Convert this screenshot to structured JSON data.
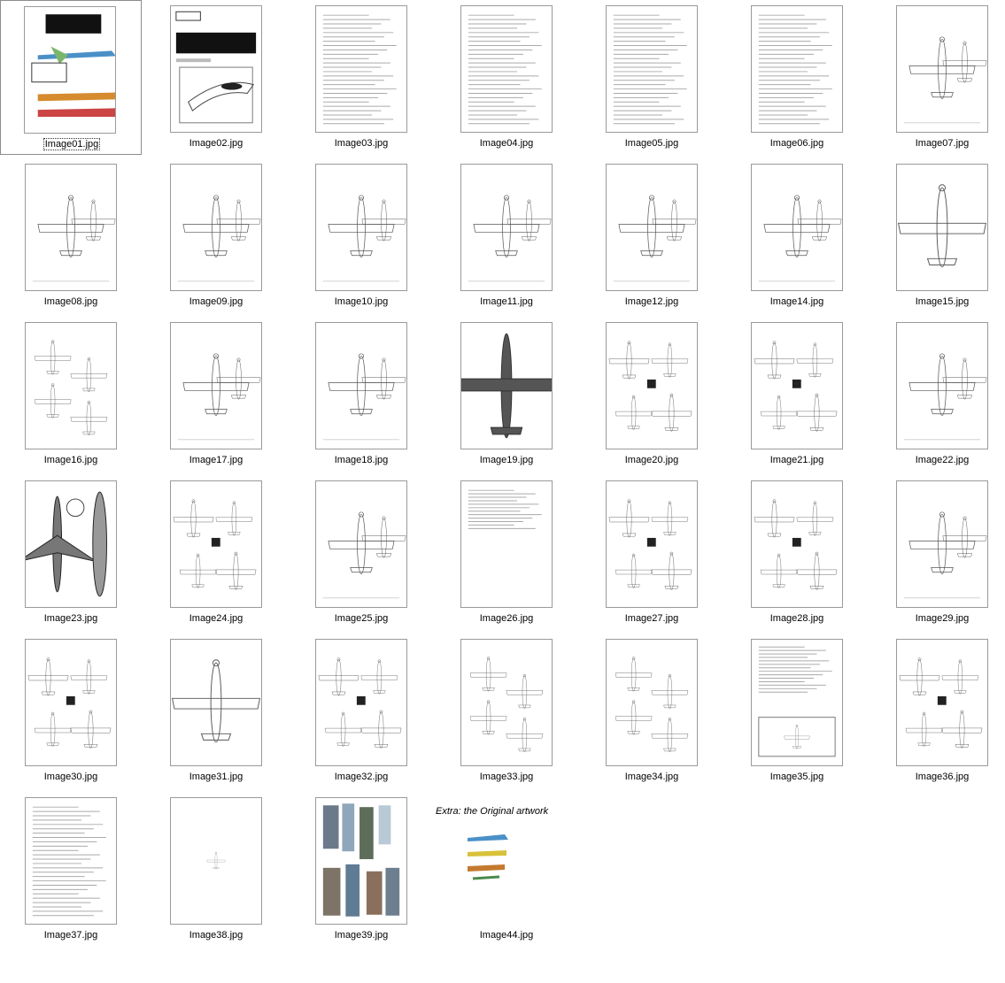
{
  "files": [
    {
      "label": "Image01.jpg",
      "kind": "cover",
      "selected": true
    },
    {
      "label": "Image02.jpg",
      "kind": "title"
    },
    {
      "label": "Image03.jpg",
      "kind": "text-short"
    },
    {
      "label": "Image04.jpg",
      "kind": "text"
    },
    {
      "label": "Image05.jpg",
      "kind": "text"
    },
    {
      "label": "Image06.jpg",
      "kind": "text"
    },
    {
      "label": "Image07.jpg",
      "kind": "plan"
    },
    {
      "label": "Image08.jpg",
      "kind": "plan"
    },
    {
      "label": "Image09.jpg",
      "kind": "plan"
    },
    {
      "label": "Image10.jpg",
      "kind": "plan"
    },
    {
      "label": "Image11.jpg",
      "kind": "plan"
    },
    {
      "label": "Image12.jpg",
      "kind": "plan"
    },
    {
      "label": "Image14.jpg",
      "kind": "plan"
    },
    {
      "label": "Image15.jpg",
      "kind": "plan-wide"
    },
    {
      "label": "Image16.jpg",
      "kind": "sides"
    },
    {
      "label": "Image17.jpg",
      "kind": "plan"
    },
    {
      "label": "Image18.jpg",
      "kind": "plan"
    },
    {
      "label": "Image19.jpg",
      "kind": "dark-plan"
    },
    {
      "label": "Image20.jpg",
      "kind": "busy"
    },
    {
      "label": "Image21.jpg",
      "kind": "busy"
    },
    {
      "label": "Image22.jpg",
      "kind": "plan"
    },
    {
      "label": "Image23.jpg",
      "kind": "jet"
    },
    {
      "label": "Image24.jpg",
      "kind": "busy"
    },
    {
      "label": "Image25.jpg",
      "kind": "plan"
    },
    {
      "label": "Image26.jpg",
      "kind": "text-small"
    },
    {
      "label": "Image27.jpg",
      "kind": "busy"
    },
    {
      "label": "Image28.jpg",
      "kind": "busy"
    },
    {
      "label": "Image29.jpg",
      "kind": "plan"
    },
    {
      "label": "Image30.jpg",
      "kind": "busy"
    },
    {
      "label": "Image31.jpg",
      "kind": "plan-wide"
    },
    {
      "label": "Image32.jpg",
      "kind": "busy"
    },
    {
      "label": "Image33.jpg",
      "kind": "sides"
    },
    {
      "label": "Image34.jpg",
      "kind": "sides"
    },
    {
      "label": "Image35.jpg",
      "kind": "text-plan"
    },
    {
      "label": "Image36.jpg",
      "kind": "busy"
    },
    {
      "label": "Image37.jpg",
      "kind": "text-short"
    },
    {
      "label": "Image38.jpg",
      "kind": "tiny"
    },
    {
      "label": "Image39.jpg",
      "kind": "color"
    },
    {
      "label": "Image44.jpg",
      "kind": "artwork",
      "caption": "Extra: the Original artwork"
    }
  ],
  "colors": {
    "selection_border": "#8c8c8c",
    "thumb_border": "#9a9a9a"
  }
}
